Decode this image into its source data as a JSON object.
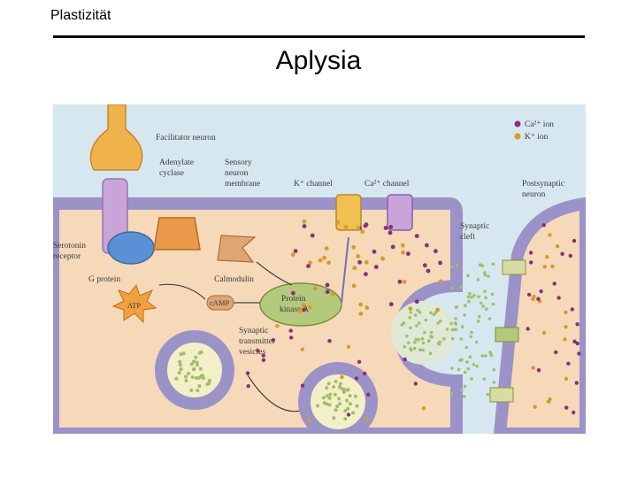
{
  "header": {
    "topic": "Plastizität",
    "title": "Aplysia"
  },
  "diagram": {
    "legend": {
      "ca": "Ca²⁺ ion",
      "k": "K⁺ ion"
    },
    "labels": {
      "facilitator": "Facilitator neuron",
      "adenylate1": "Adenylate",
      "adenylate2": "cyclase",
      "sensory1": "Sensory",
      "sensory2": "neuron",
      "sensory3": "membrane",
      "kchannel": "K⁺ channel",
      "cachannel": "Ca²⁺ channel",
      "postsyn1": "Postsynaptic",
      "postsyn2": "neuron",
      "serotonin1": "Serotonin",
      "serotonin2": "receptor",
      "cleft1": "Synaptic",
      "cleft2": "cleft",
      "gprotein": "G protein",
      "calmodulin": "Calmodulin",
      "pka1": "Protein",
      "pka2": "kinase A",
      "atp": "ATP",
      "camp": "cAMP",
      "vesicles1": "Synaptic",
      "vesicles2": "transmitter",
      "vesicles3": "vesicles"
    },
    "colors": {
      "cytoplasm": "#f5d9b8",
      "membrane": "#9b92c8",
      "cleft": "#d6e7f0",
      "facilitator": "#f0b24a",
      "receptor": "#c8a4d8",
      "gprotein": "#5a90d4",
      "adenylate": "#e89a4a",
      "pka": "#b5c97c",
      "atp": "#f0a040",
      "ca_ion": "#8a2f7a",
      "k_ion": "#d99a2a",
      "transmitter": "#9fbf6a"
    }
  }
}
